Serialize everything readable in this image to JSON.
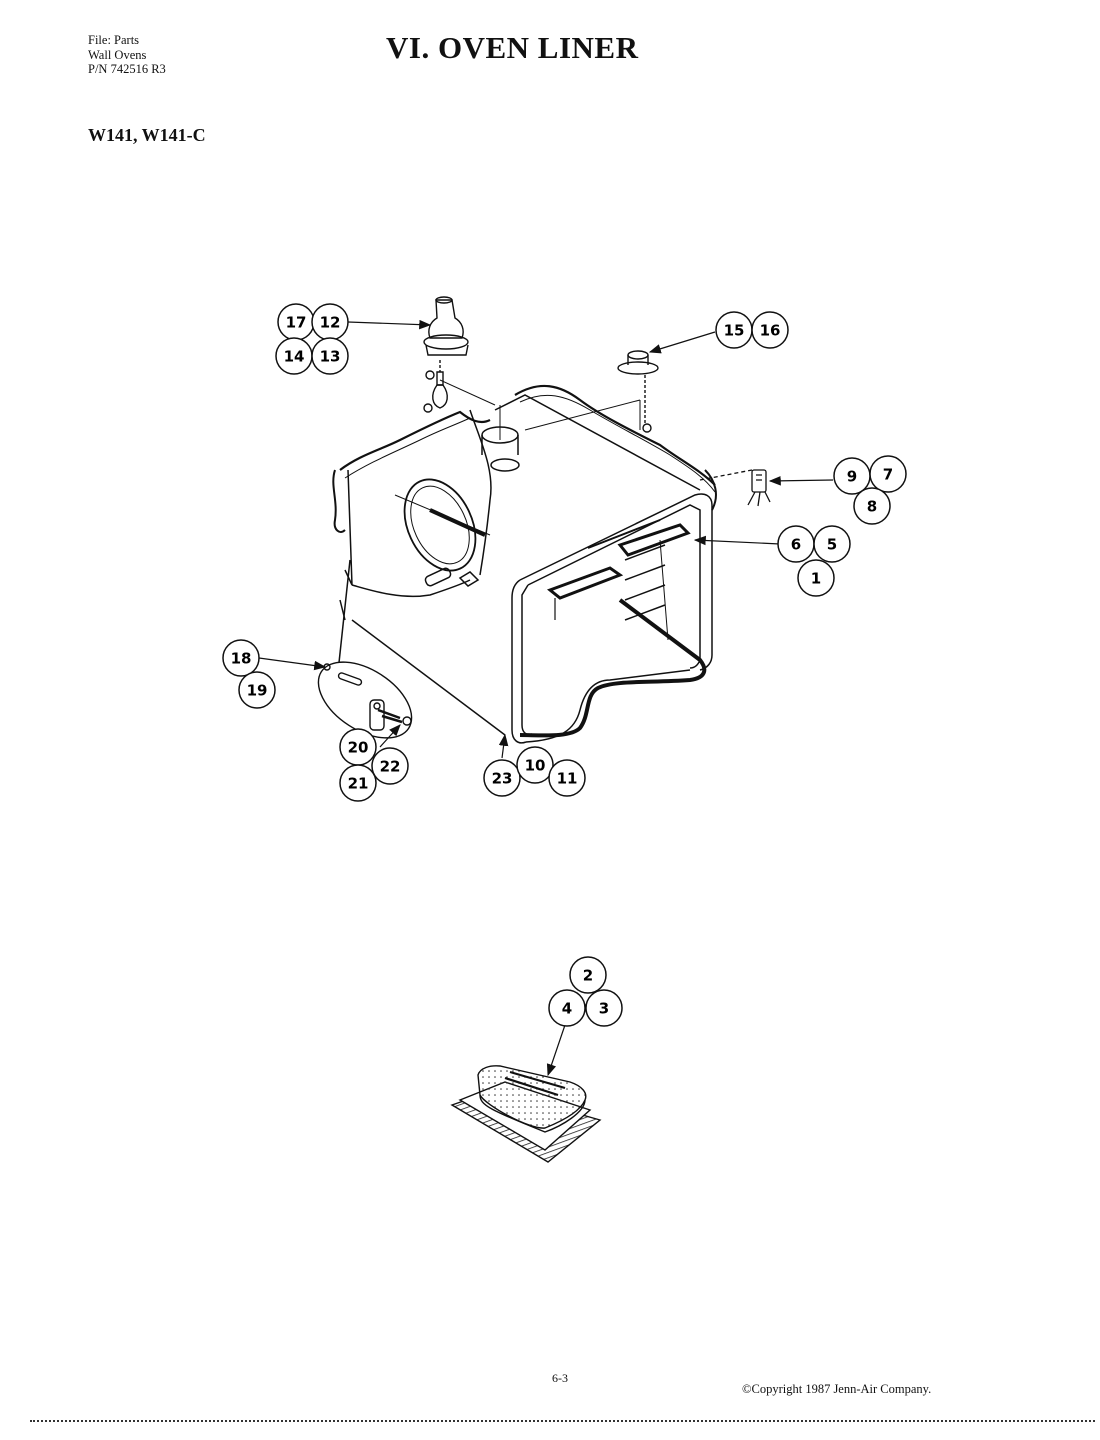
{
  "header": {
    "file_lines": [
      "File: Parts",
      "Wall Ovens",
      "P/N 742516 R3"
    ],
    "title": "VI.  OVEN LINER",
    "models": "W141, W141-C"
  },
  "callouts": [
    "17",
    "12",
    "14",
    "13",
    "15",
    "16",
    "9",
    "7",
    "8",
    "6",
    "5",
    "1",
    "18",
    "19",
    "20",
    "21",
    "22",
    "23",
    "10",
    "11",
    "2",
    "4",
    "3"
  ],
  "footer": {
    "page_number": "6-3",
    "copyright": "©Copyright 1987 Jenn-Air Company."
  }
}
